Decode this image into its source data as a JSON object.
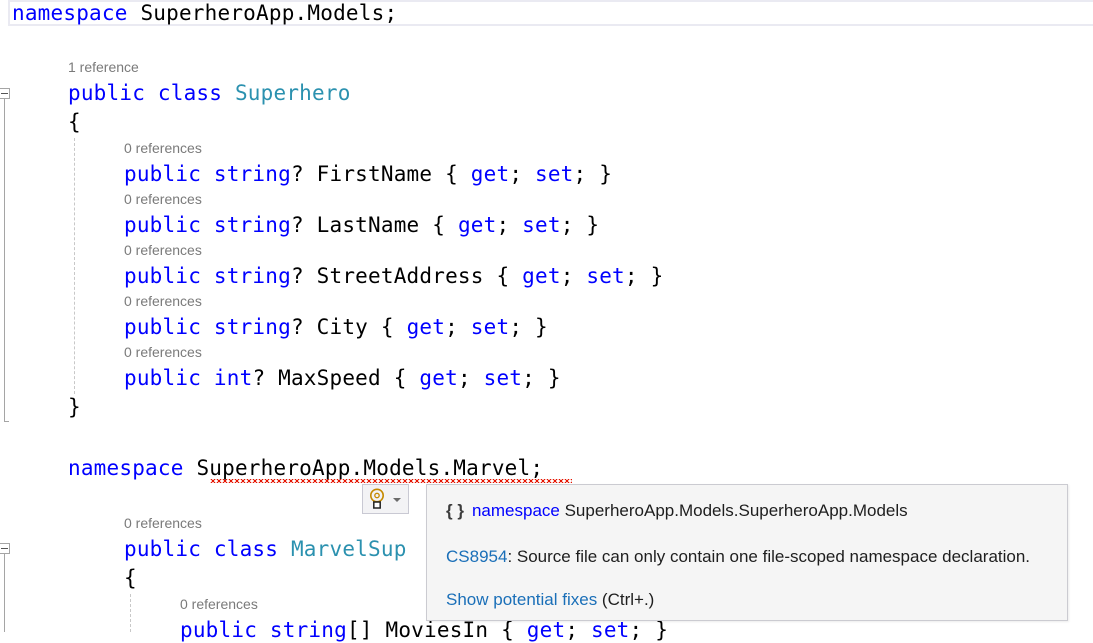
{
  "colors": {
    "keyword": "#0000ff",
    "type_name": "#2b91af",
    "identifier": "#000000",
    "code_lens": "#7a7a7a",
    "error_squiggle": "#e51400",
    "link": "#1a6fb8",
    "tooltip_background": "#f5f5f5"
  },
  "code": {
    "line1": {
      "keyword": "namespace",
      "name": "SuperheroApp.Models",
      "terminator": ";"
    },
    "class1": {
      "lens": "1 reference",
      "kw_public": "public",
      "kw_class": "class",
      "name": "Superhero",
      "open_brace": "{",
      "close_brace": "}",
      "properties": [
        {
          "lens": "0 references",
          "kw": "public",
          "type": "string",
          "suffix": "?",
          "name": "FirstName",
          "open": "{",
          "get": "get",
          "set": "set",
          "close": "}"
        },
        {
          "lens": "0 references",
          "kw": "public",
          "type": "string",
          "suffix": "?",
          "name": "LastName",
          "open": "{",
          "get": "get",
          "set": "set",
          "close": "}"
        },
        {
          "lens": "0 references",
          "kw": "public",
          "type": "string",
          "suffix": "?",
          "name": "StreetAddress",
          "open": "{",
          "get": "get",
          "set": "set",
          "close": "}"
        },
        {
          "lens": "0 references",
          "kw": "public",
          "type": "string",
          "suffix": "?",
          "name": "City",
          "open": "{",
          "get": "get",
          "set": "set",
          "close": "}"
        },
        {
          "lens": "0 references",
          "kw": "public",
          "type": "int",
          "suffix": "?",
          "name": "MaxSpeed",
          "open": "{",
          "get": "get",
          "set": "set",
          "close": "}"
        }
      ]
    },
    "line2": {
      "keyword": "namespace",
      "name": "SuperheroApp.Models.Marvel",
      "terminator": ";"
    },
    "class2": {
      "lens": "0 references",
      "kw_public": "public",
      "kw_class": "class",
      "name_visible": "MarvelSup",
      "open_brace": "{",
      "properties": [
        {
          "lens": "0 references",
          "kw": "public",
          "type": "string",
          "suffix": "[]",
          "name": "MoviesIn",
          "open": "{",
          "get": "get",
          "set": "set",
          "close": "}"
        }
      ]
    }
  },
  "lightbulb": {
    "icon": "lightbulb-icon",
    "dropdown_icon": "caret-down-icon"
  },
  "tooltip": {
    "symbol_icon": "{ }",
    "symbol_kind": "namespace",
    "symbol_name": "SuperheroApp.Models.SuperheroApp.Models",
    "error_code": "CS8954",
    "error_message": ": Source file can only contain one file-scoped namespace declaration.",
    "fix_link": "Show potential fixes",
    "fix_shortcut": " (Ctrl+.)"
  }
}
